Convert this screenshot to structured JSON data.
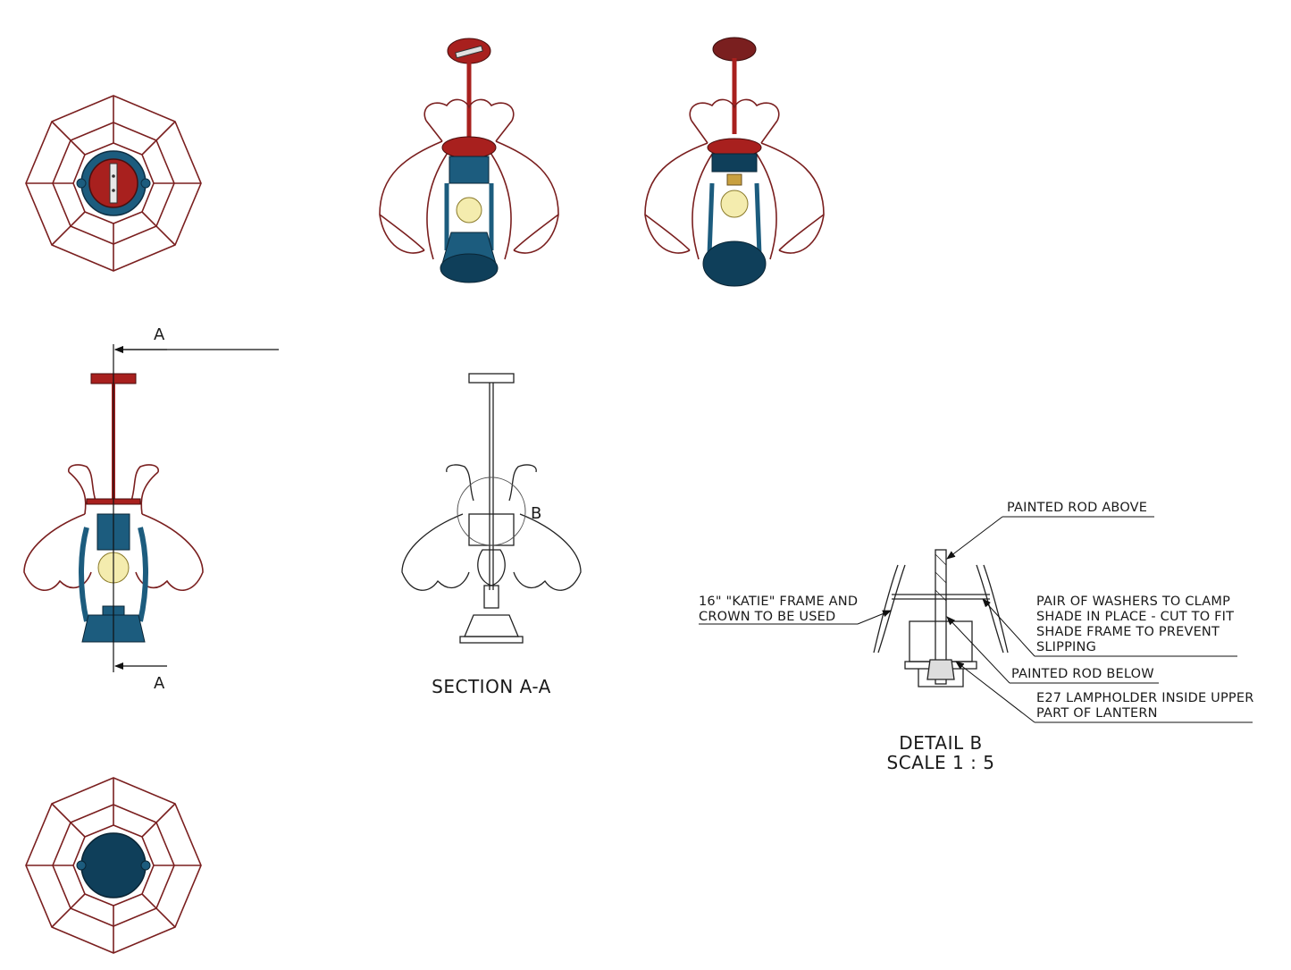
{
  "colors": {
    "frame": "#7a1f1f",
    "crown_red": "#a8201e",
    "lantern_blue": "#1c5c7e",
    "lantern_dark": "#0f3f5a",
    "bulb": "#f4ecae",
    "line": "#222222"
  },
  "section": {
    "marker_top": "A",
    "marker_bottom": "A",
    "title": "SECTION A-A",
    "detail_marker": "B"
  },
  "detail": {
    "title": "DETAIL B",
    "scale": "SCALE 1 : 5"
  },
  "notes": {
    "rod_above": "PAINTED ROD ABOVE",
    "frame_line1": "16\" \"KATIE\" FRAME AND",
    "frame_line2": "CROWN TO BE USED",
    "washers_line1": "PAIR OF WASHERS TO CLAMP",
    "washers_line2": "SHADE IN PLACE - CUT TO FIT",
    "washers_line3": "SHADE FRAME TO PREVENT",
    "washers_line4": "SLIPPING",
    "rod_below": "PAINTED ROD BELOW",
    "lampholder_line1": "E27 LAMPHOLDER INSIDE UPPER",
    "lampholder_line2": "PART OF LANTERN"
  }
}
